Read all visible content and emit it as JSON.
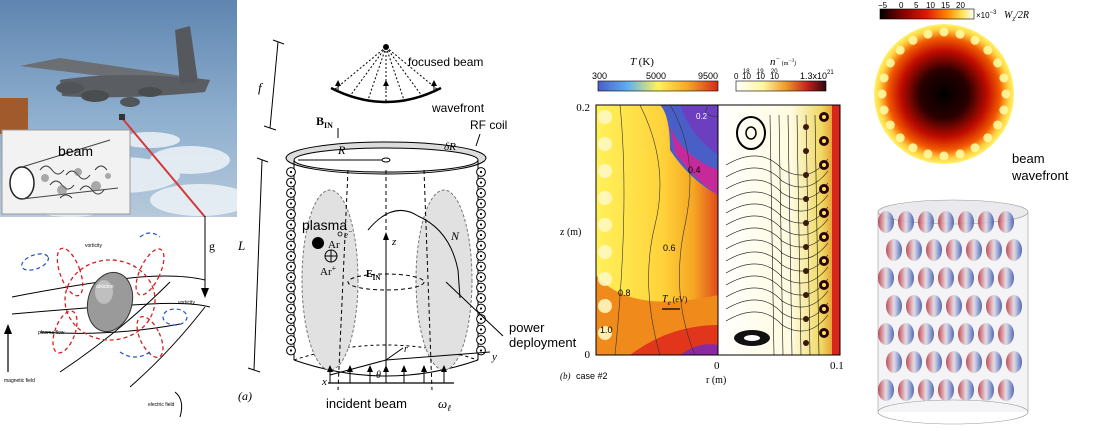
{
  "aircraft": {
    "beam_label": "beam"
  },
  "vortex": {
    "vorticity_left": "vorticity",
    "vorticity_right": "vorticity",
    "ablation": "ablation",
    "plasma_flow": "plasma flow",
    "magnetic_field": "magnetic field",
    "electric_field": "electric field",
    "gravity": "g"
  },
  "cylinder": {
    "focused_beam": "focused beam",
    "wavefront": "wavefront",
    "rf_coil": "RF coil",
    "f": "f",
    "b_in": "B",
    "b_in_sub": "IN",
    "r": "R",
    "delta_r": "δR",
    "plasma": "plasma",
    "ar": "Ar",
    "e_minus": "e",
    "ar_plus": "Ar",
    "z": "z",
    "n": "N",
    "l": "L",
    "e_in": "E",
    "e_in_sub": "IN",
    "power": "power",
    "deployment": "deployment",
    "theta": "θ",
    "x": "x",
    "y": "y",
    "r_small": "r",
    "incident_beam": "incident beam",
    "omega": "ω",
    "omega_sub": "ℓ",
    "panel_a": "(a)"
  },
  "simulation": {
    "t_title": "T",
    "t_unit": "(K)",
    "t_ticks": [
      "300",
      "5000",
      "9500"
    ],
    "n_title": "n",
    "n_unit": "(m",
    "n_ticks_low": [
      "0",
      "10",
      "10",
      "10"
    ],
    "n_exp": [
      "18",
      "19",
      "20"
    ],
    "n_tick_high": "1.3x10",
    "n_tick_high_exp": "21",
    "z_label": "z (m)",
    "r_label": "r (m)",
    "y_ticks": [
      "0.2",
      "0"
    ],
    "x_ticks": [
      "0",
      "0.1"
    ],
    "contours": [
      "0.2",
      "0.4",
      "0.6",
      "0.8",
      "1.0"
    ],
    "te_label": "T",
    "te_unit": "(eV)",
    "case": "case #2",
    "panel_b": "(b)"
  },
  "right": {
    "cb_ticks": [
      "−5",
      "0",
      "5",
      "10",
      "15",
      "20"
    ],
    "cb_mult": "×10",
    "cb_exp": "−3",
    "cb_var": "W",
    "cb_var_rest": "/2R",
    "beam": "beam",
    "wavefront": "wavefront"
  },
  "colors": {
    "sky": "#6f93b8",
    "beam_red": "#d23a3a",
    "colormap_hot": [
      "#000000",
      "#8a0000",
      "#e01b00",
      "#ff8a00",
      "#ffe45a",
      "#ffffff"
    ],
    "temperature": [
      "#4a5ec8",
      "#5fb0f0",
      "#fff25a",
      "#f5a623",
      "#d7281c",
      "#6b1a8a"
    ]
  }
}
